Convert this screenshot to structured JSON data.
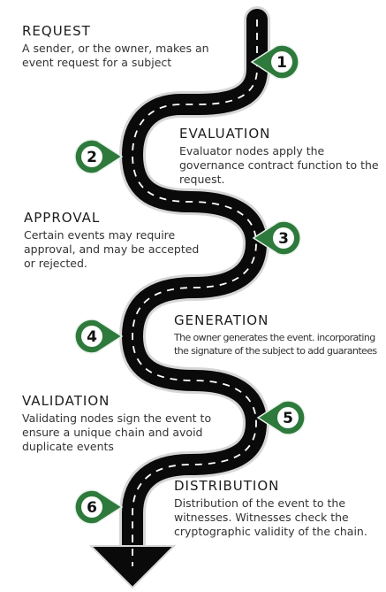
{
  "colors": {
    "road": "#0a0a0a",
    "road_edge": "#d7d7d7",
    "lane": "#ffffff",
    "marker": "#2e7a3c",
    "marker_stroke": "#e8f2ea",
    "text": "#333333",
    "title": "#1c1c1c"
  },
  "steps": [
    {
      "number": "1",
      "title": "REQUEST",
      "description": "A sender, or the owner, makes an event request for a subject"
    },
    {
      "number": "2",
      "title": "EVALUATION",
      "description": "Evaluator nodes apply the governance contract function to the request."
    },
    {
      "number": "3",
      "title": "APPROVAL",
      "description": "Certain events may require approval, and may be accepted or rejected."
    },
    {
      "number": "4",
      "title": "GENERATION",
      "description": "The owner generates the event. incorporating the signature of the subject to add guarantees"
    },
    {
      "number": "5",
      "title": "VALIDATION",
      "description": "Validating nodes sign the event to ensure a unique chain and avoid duplicate events"
    },
    {
      "number": "6",
      "title": "DISTRIBUTION",
      "description": "Distribution of the event to the witnesses. Witnesses check the cryptographic validity of the chain."
    }
  ]
}
